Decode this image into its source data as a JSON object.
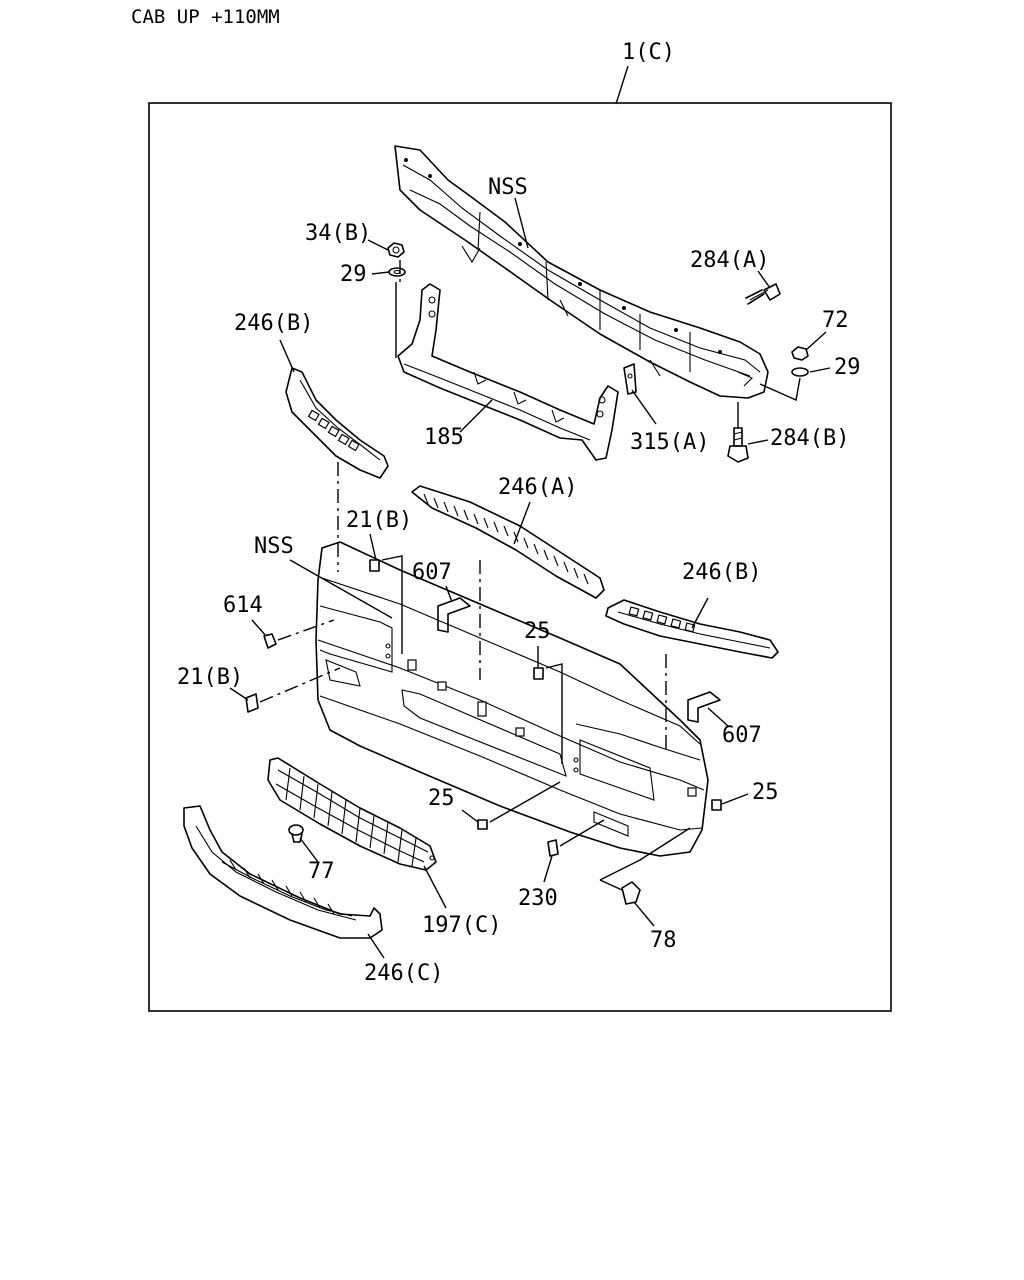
{
  "header": {
    "title": "CAB UP +110MM"
  },
  "assembly_label": "1(C)",
  "labels": {
    "nss_top": "NSS",
    "l34b": "34(B)",
    "l29_left": "29",
    "l284a": "284(A)",
    "l72": "72",
    "l29_right": "29",
    "l246b_upper": "246(B)",
    "l185": "185",
    "l315a": "315(A)",
    "l284b": "284(B)",
    "l246a": "246(A)",
    "l21b_upper": "21(B)",
    "nss_bumper": "NSS",
    "l607_left": "607",
    "l246b_right": "246(B)",
    "l614": "614",
    "l25_upper": "25",
    "l21b_lower": "21(B)",
    "l607_right": "607",
    "l25_left": "25",
    "l25_right": "25",
    "l77": "77",
    "l230": "230",
    "l197c": "197(C)",
    "l78": "78",
    "l246c": "246(C)"
  }
}
